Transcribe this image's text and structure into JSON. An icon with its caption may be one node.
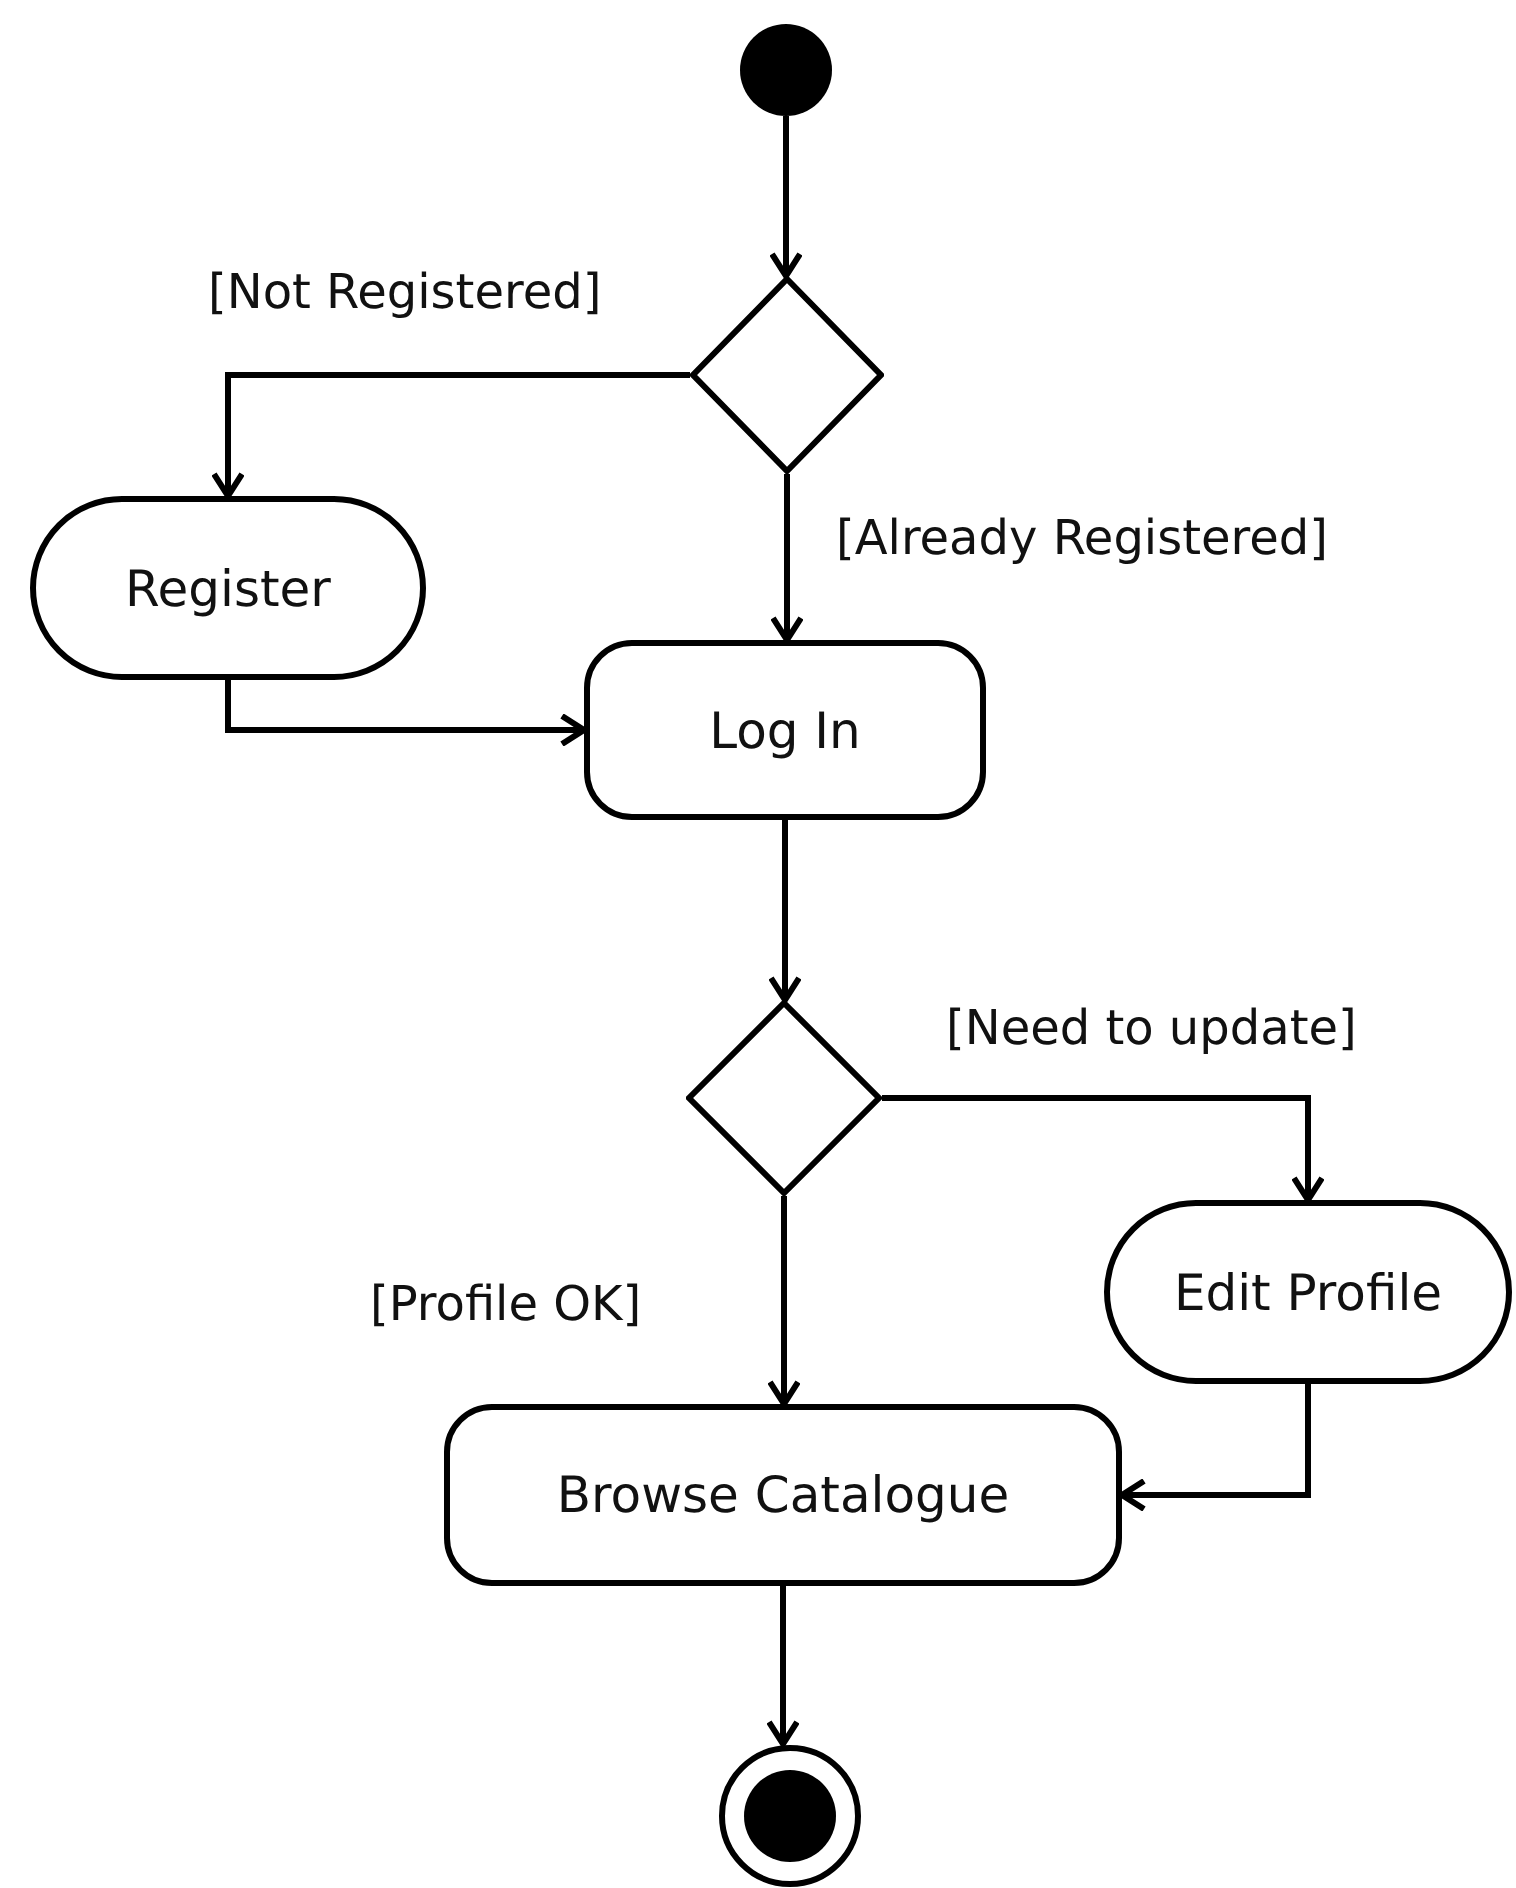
{
  "diagram": {
    "nodes": [
      {
        "text": [],
        "shape": "circle"
      },
      {
        "text": [],
        "shape": "diamond"
      },
      {
        "text": [
          "Register"
        ]
      },
      {
        "text": [
          "Log In"
        ]
      },
      {
        "text": [],
        "shape": "diamond"
      },
      {
        "text": [
          "Edit Profile"
        ]
      },
      {
        "text": [
          "Browse Catalogue"
        ]
      },
      {
        "text": [],
        "shape": "circle"
      }
    ],
    "edges": [
      {
        "from": 0,
        "to": 1,
        "arrow": "to"
      },
      {
        "from": 1,
        "to": 2,
        "arrow": "to",
        "label": "[Not Registered]"
      },
      {
        "from": 1,
        "to": 3,
        "arrow": "to",
        "label": "[Already Registered]"
      },
      {
        "from": 2,
        "to": 3,
        "arrow": "to"
      },
      {
        "from": 3,
        "to": 4,
        "arrow": "to"
      },
      {
        "from": 4,
        "to": 5,
        "arrow": "to",
        "label": "[Need to update]"
      },
      {
        "from": 4,
        "to": 6,
        "arrow": "to",
        "label": "[Profile OK]"
      },
      {
        "from": 5,
        "to": 6,
        "arrow": "to"
      },
      {
        "from": 6,
        "to": 7,
        "arrow": "to"
      }
    ]
  }
}
